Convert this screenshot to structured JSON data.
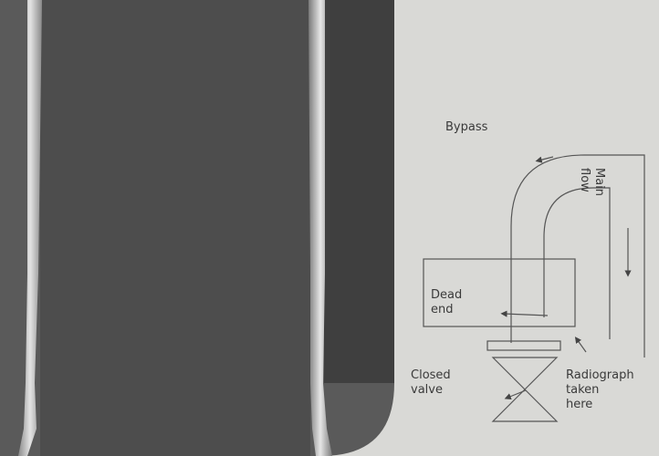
{
  "diagram": {
    "labels": {
      "bypass": "Bypass",
      "main_flow": "Main flow",
      "dead_end": "Dead\nend",
      "closed_valve": "Closed\nvalve",
      "radiograph": "Radiograph\ntaken\nhere"
    }
  },
  "colors": {
    "background": "#d9d9d6",
    "radiograph_film": "#5a5a5a",
    "pipe_wall_highlight": "#dcdcdc",
    "line": "#555555"
  }
}
